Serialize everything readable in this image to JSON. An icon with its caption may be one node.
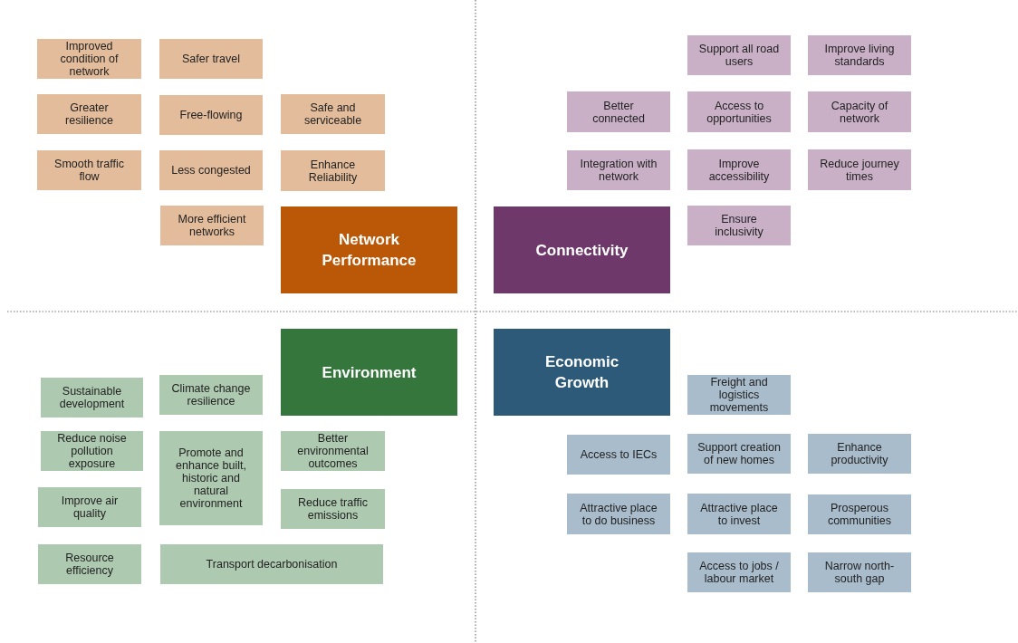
{
  "diagram": {
    "nodes": [
      {
        "text": [
          "Improved condition of network"
        ]
      },
      {
        "text": [
          "Safer travel"
        ]
      },
      {
        "text": [
          "Greater resilience"
        ]
      },
      {
        "text": [
          "Free-flowing"
        ]
      },
      {
        "text": [
          "Safe and serviceable"
        ]
      },
      {
        "text": [
          "Smooth traffic flow"
        ]
      },
      {
        "text": [
          "Less congested"
        ]
      },
      {
        "text": [
          "Enhance Reliability"
        ]
      },
      {
        "text": [
          "More efficient networks"
        ]
      },
      {
        "text": [
          "Network Performance"
        ]
      },
      {
        "text": [
          "Support all road users"
        ]
      },
      {
        "text": [
          "Improve living standards"
        ]
      },
      {
        "text": [
          "Better connected"
        ]
      },
      {
        "text": [
          "Access to opportunities"
        ]
      },
      {
        "text": [
          "Capacity of network"
        ]
      },
      {
        "text": [
          "Integration with network"
        ]
      },
      {
        "text": [
          "Improve accessibility"
        ]
      },
      {
        "text": [
          "Reduce journey times"
        ]
      },
      {
        "text": [
          "Connectivity"
        ]
      },
      {
        "text": [
          "Ensure inclusivity"
        ]
      },
      {
        "text": [
          "Environment"
        ]
      },
      {
        "text": [
          "Sustainable development"
        ]
      },
      {
        "text": [
          "Climate change resilience"
        ]
      },
      {
        "text": [
          "Reduce noise pollution exposure"
        ]
      },
      {
        "text": [
          "Promote and enhance built, historic and natural environment"
        ]
      },
      {
        "text": [
          "Better environmental outcomes"
        ]
      },
      {
        "text": [
          "Improve air quality"
        ]
      },
      {
        "text": [
          "Reduce traffic emissions"
        ]
      },
      {
        "text": [
          "Resource efficiency"
        ]
      },
      {
        "text": [
          "Transport decarbonisation"
        ]
      },
      {
        "text": [
          "Economic Growth"
        ]
      },
      {
        "text": [
          "Freight and logistics movements"
        ]
      },
      {
        "text": [
          "Access to IECs"
        ]
      },
      {
        "text": [
          "Support creation of new homes"
        ]
      },
      {
        "text": [
          "Enhance productivity"
        ]
      },
      {
        "text": [
          "Attractive place to do business"
        ]
      },
      {
        "text": [
          "Attractive place to invest"
        ]
      },
      {
        "text": [
          "Prosperous communities"
        ]
      },
      {
        "text": [
          "Access to jobs / labour market"
        ]
      },
      {
        "text": [
          "Narrow north-south gap"
        ]
      }
    ]
  }
}
